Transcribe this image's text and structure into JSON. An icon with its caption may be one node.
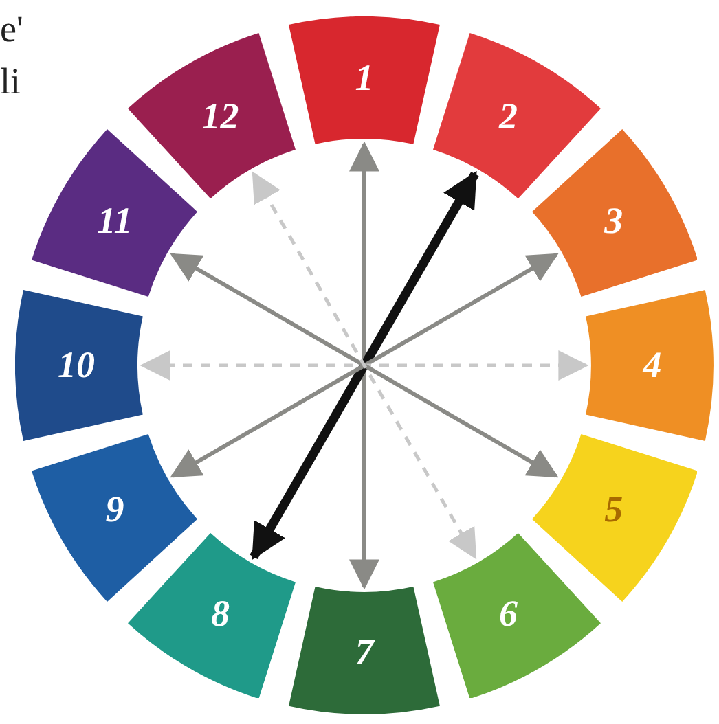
{
  "diagram": {
    "nodes": [
      {
        "text": [
          "1"
        ]
      },
      {
        "text": [
          "2"
        ]
      },
      {
        "text": [
          "3"
        ]
      },
      {
        "text": [
          "4"
        ]
      },
      {
        "text": [
          "5"
        ]
      },
      {
        "text": [
          "6"
        ]
      },
      {
        "text": [
          "7"
        ]
      },
      {
        "text": [
          "8"
        ]
      },
      {
        "text": [
          "9"
        ]
      },
      {
        "text": [
          "10"
        ]
      },
      {
        "text": [
          "11"
        ]
      },
      {
        "text": [
          "12"
        ]
      }
    ],
    "edges": [
      {
        "from": 0,
        "to": 6,
        "arrow": "both"
      },
      {
        "from": 1,
        "to": 7,
        "arrow": "both",
        "style": "thick",
        "color": "#111111"
      },
      {
        "from": 2,
        "to": 8,
        "arrow": "both"
      },
      {
        "from": 3,
        "to": 9,
        "arrow": "both",
        "style": "dashed",
        "color": "#c8c8c8"
      },
      {
        "from": 4,
        "to": 10,
        "arrow": "both"
      },
      {
        "from": 11,
        "to": 5,
        "arrow": "both",
        "style": "dashed",
        "color": "#c8c8c8"
      }
    ],
    "labels": [
      "e'",
      "li"
    ]
  }
}
